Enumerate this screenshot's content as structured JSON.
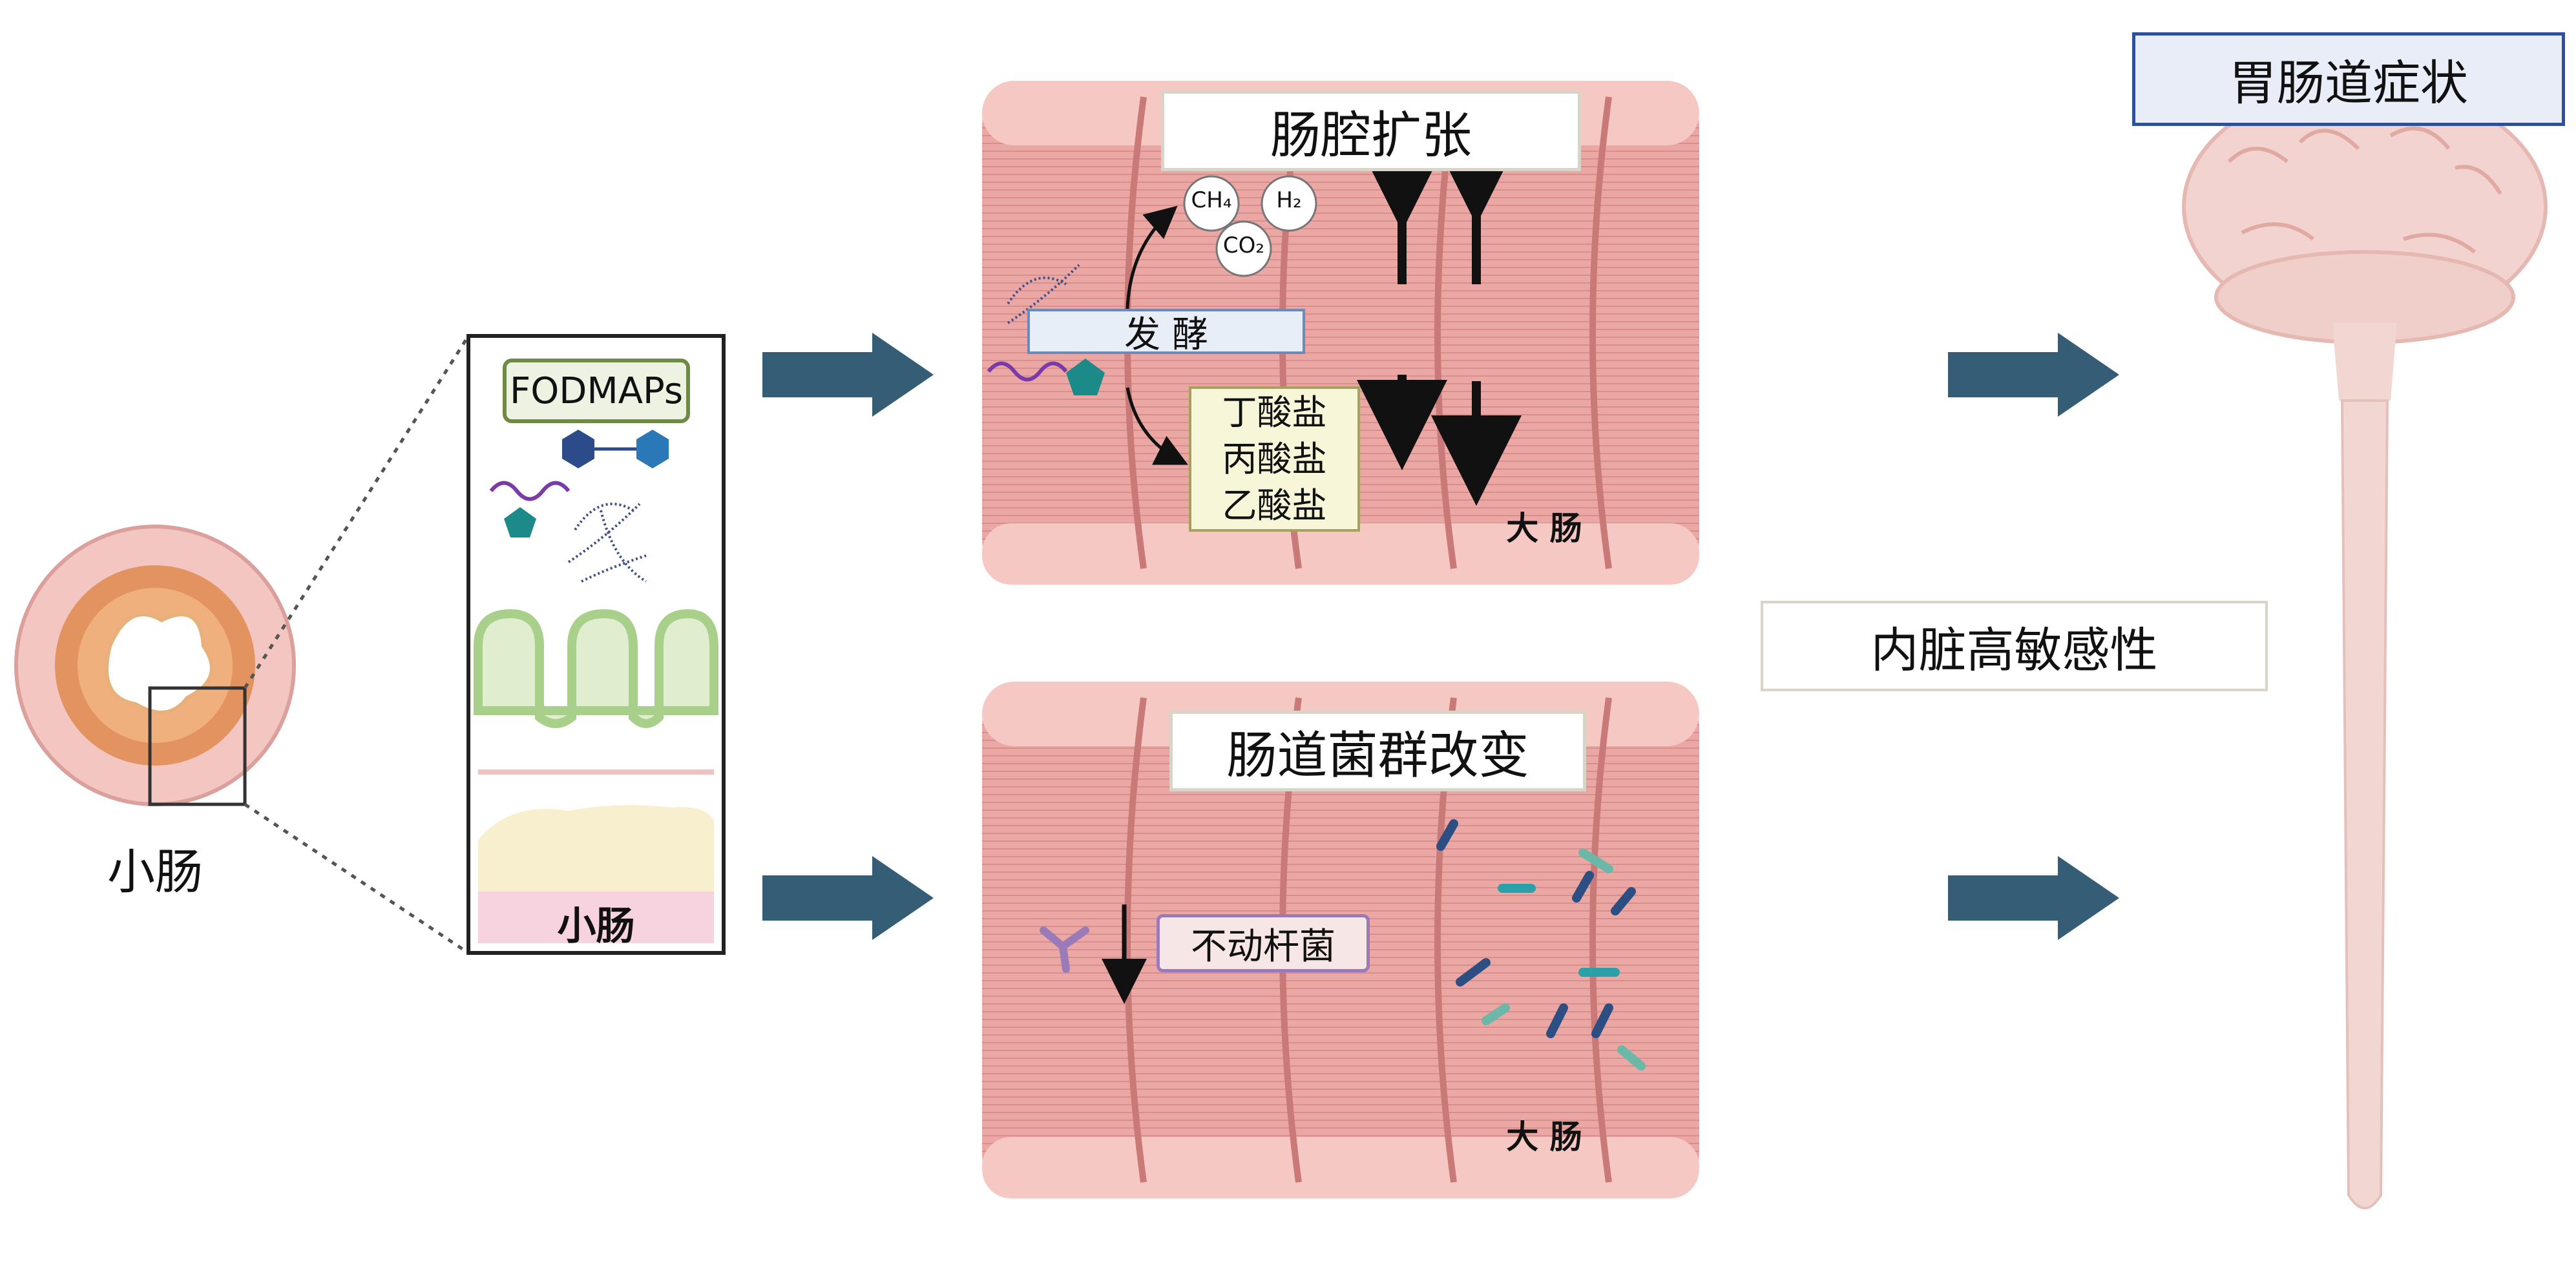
{
  "small_intestine": {
    "label": "小肠",
    "inset_label": "小肠",
    "fodmaps_label": "FODMAPs"
  },
  "large_intestine_top": {
    "title": "肠腔扩张",
    "gas_ch4": "CH₄",
    "gas_h2": "H₂",
    "gas_co2": "CO₂",
    "fermentation_label": "发 酵",
    "scfa": [
      "丁酸盐",
      "丙酸盐",
      "乙酸盐"
    ],
    "organ_label": "大 肠"
  },
  "large_intestine_bottom": {
    "title": "肠道菌群改变",
    "bacteria_label": "不动杆菌",
    "organ_label": "大 肠"
  },
  "visceral_label": "内脏高敏感性",
  "gi_symptoms_label": "胃肠道症状",
  "colors": {
    "arrow": "#355d76",
    "intestine": "#e9a5a0",
    "intestine_dark": "#c97a78",
    "brain": "#f2d3cf",
    "title_box_border": "#d9d4c8",
    "symptom_box_border": "#2e4f9e",
    "symptom_box_fill": "#e9edf8",
    "fodmap_box_border": "#6e8a44",
    "fodmap_box_fill": "#eef2e2",
    "scfa_box_fill": "#f8f6d8",
    "ferment_box_fill": "#e8eef8"
  },
  "icons": [
    "fodmap-hexagon-icon",
    "fodmap-pentagon-icon",
    "fiber-strand-icon",
    "rod-bacteria-icon",
    "gas-bubble-icon"
  ]
}
